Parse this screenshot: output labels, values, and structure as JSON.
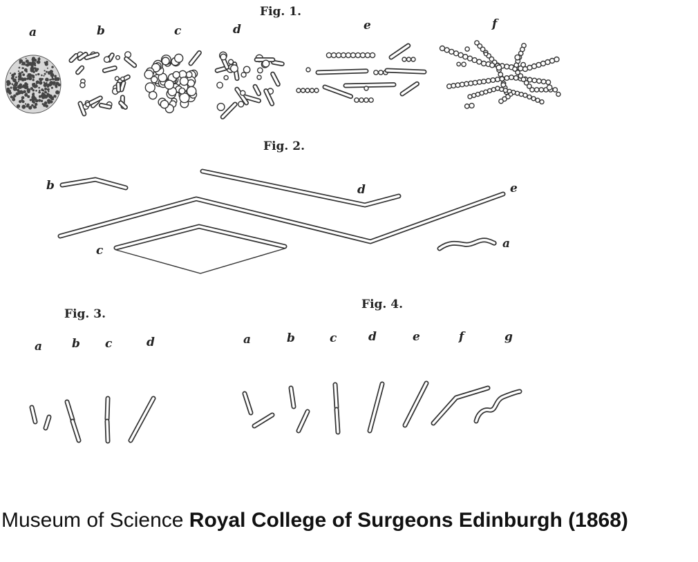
{
  "figures": [
    {
      "title": "Fig. 1.",
      "letters": [
        "a",
        "b",
        "c",
        "d",
        "e",
        "f"
      ]
    },
    {
      "title": "Fig. 2.",
      "letters": [
        "b",
        "d",
        "e",
        "c",
        "a"
      ]
    },
    {
      "title": "Fig. 3.",
      "letters": [
        "a",
        "b",
        "c",
        "d"
      ]
    },
    {
      "title": "Fig. 4.",
      "letters": [
        "a",
        "b",
        "c",
        "d",
        "e",
        "f",
        "g"
      ]
    }
  ],
  "caption": {
    "plain": "Museum of Science ",
    "bold": "Royal College of Surgeons Edinburgh (1868)"
  }
}
